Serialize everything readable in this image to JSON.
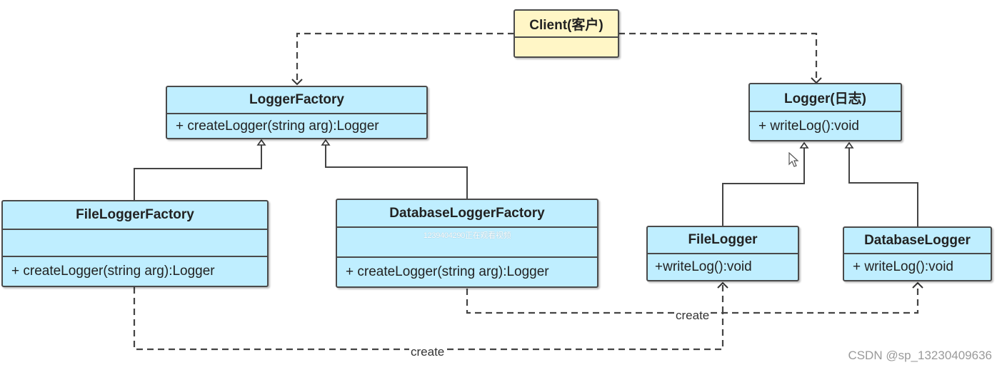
{
  "client": {
    "name": "Client(客户)"
  },
  "logger_factory": {
    "name": "LoggerFactory",
    "method": "+ createLogger(string arg):Logger"
  },
  "file_logger_factory": {
    "name": "FileLoggerFactory",
    "attributes": "",
    "method": "+ createLogger(string arg):Logger"
  },
  "database_logger_factory": {
    "name": "DatabaseLoggerFactory",
    "attributes": "1239404290正在观看视频",
    "method": "+ createLogger(string arg):Logger"
  },
  "logger": {
    "name": "Logger(日志)",
    "method": "+ writeLog():void"
  },
  "file_logger": {
    "name": "FileLogger",
    "method": "+writeLog():void"
  },
  "database_logger": {
    "name": "DatabaseLogger",
    "method": "+ writeLog():void"
  },
  "edges": {
    "create_upper": "create",
    "create_lower": "create"
  },
  "watermark": "CSDN @sp_13230409636",
  "colors": {
    "class_fill": "#bfeeff",
    "client_fill": "#fff6c6",
    "line": "#4a4a4a"
  }
}
